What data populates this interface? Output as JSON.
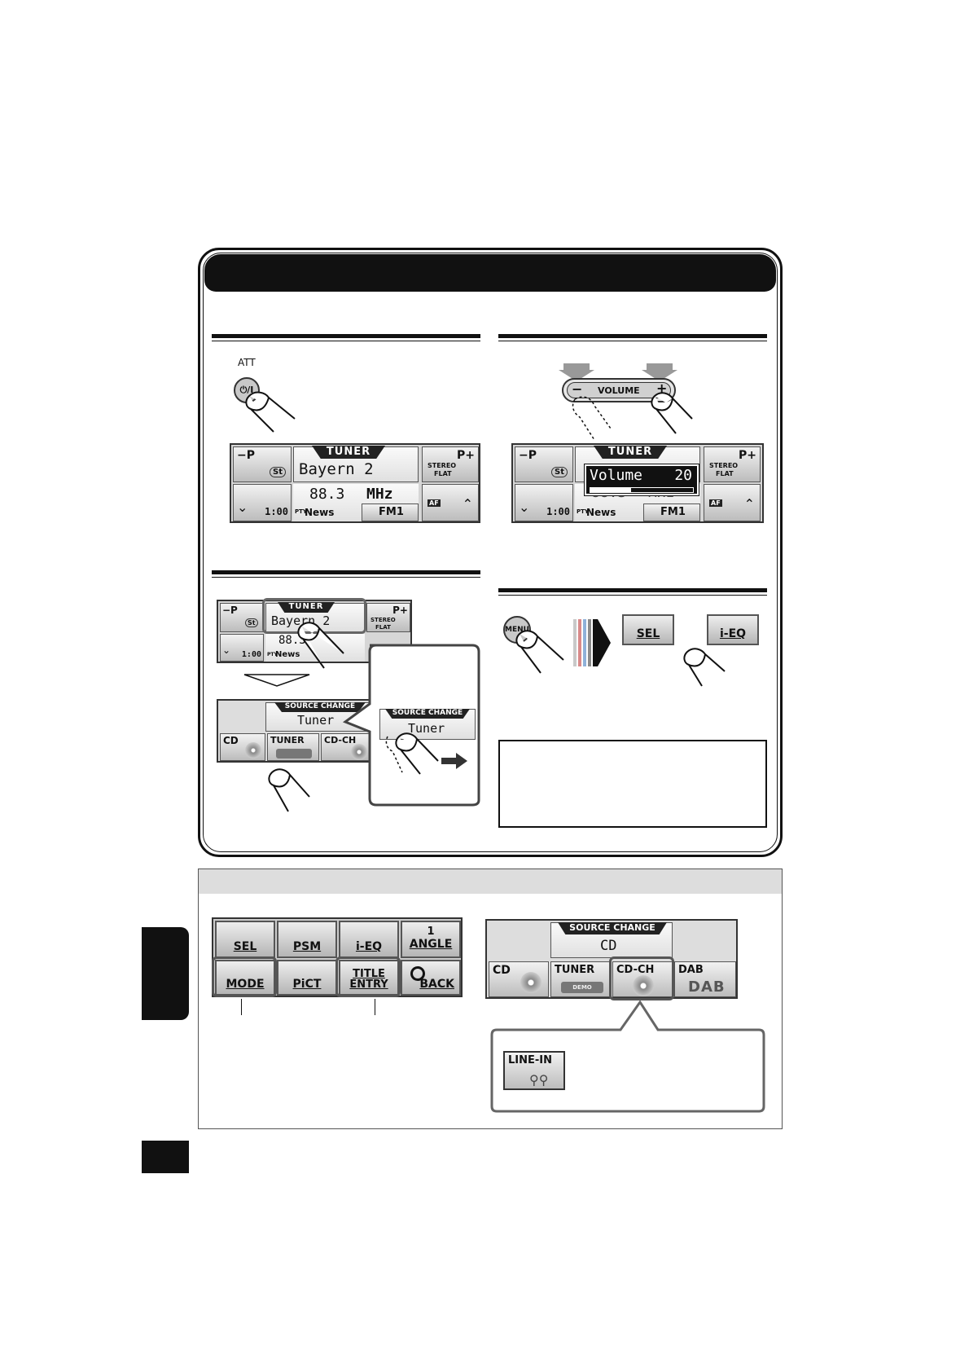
{
  "att_label": "ATT",
  "power_button": "⏻/I",
  "tuner_display": {
    "source_tag": "TUNER",
    "station": "Bayern 2",
    "frequency": "88.3",
    "unit": "MHz",
    "clock": "1:00",
    "pty_tag": "PTY",
    "pty": "News",
    "band": "FM1",
    "preset_minus": "−P",
    "preset_plus": "P+",
    "st_badge": "St",
    "stereo": "STEREO",
    "flat": "FLAT",
    "af": "AF"
  },
  "volume_control": {
    "minus": "−",
    "label": "VOLUME",
    "plus": "+"
  },
  "volume_popup": {
    "label": "Volume",
    "value": "20",
    "level": 0.4,
    "partial_freq": "88.3",
    "partial_unit": "MHz"
  },
  "source_change": {
    "header": "SOURCE CHANGE",
    "current": "Tuner",
    "sources": [
      "CD",
      "TUNER",
      "CD-CH"
    ]
  },
  "menu_sequence": {
    "menu_button": "MENU",
    "sel": "SEL",
    "ieq": "i-EQ"
  },
  "menu_grid": {
    "row1": [
      "SEL",
      "PSM",
      "i-EQ",
      "ANGLE"
    ],
    "angle_number": "1",
    "row2": [
      "MODE",
      "PiCT",
      "TITLE ENTRY",
      "BACK"
    ]
  },
  "source_change_cd": {
    "header": "SOURCE CHANGE",
    "current": "CD",
    "sources": [
      "CD",
      "TUNER",
      "CD-CH",
      "DAB"
    ],
    "dab_logo": "DAB",
    "disc_text": "DEMO"
  },
  "line_in": "LINE-IN"
}
